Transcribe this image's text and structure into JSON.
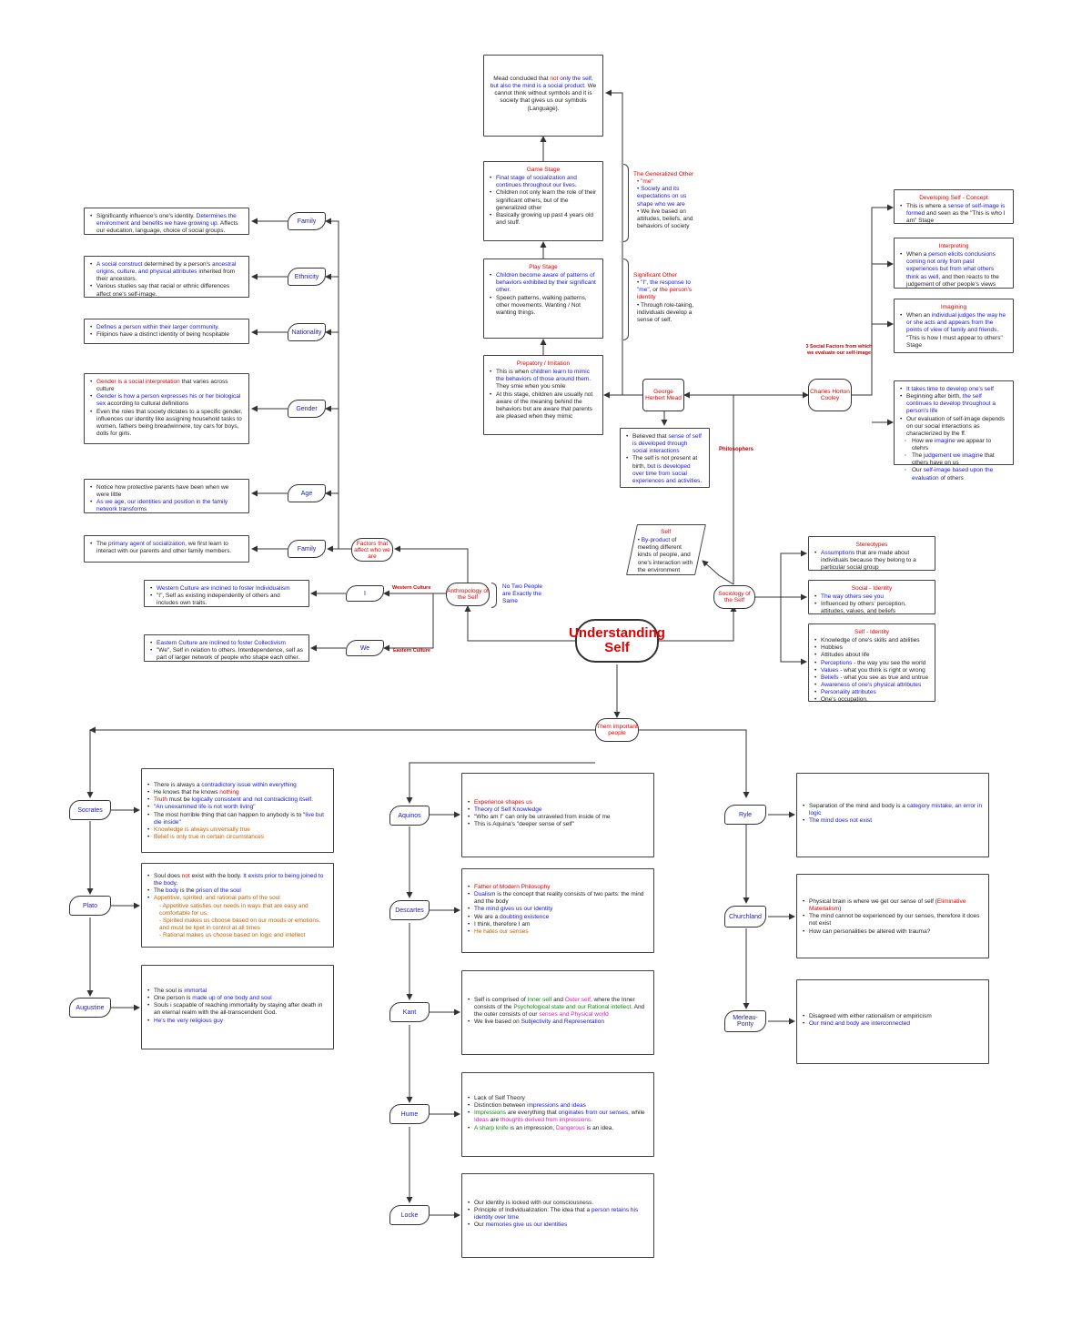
{
  "center": {
    "title": "Understanding Self"
  },
  "hubs": {
    "them": "Them important people",
    "anthro": "Anthropology of the Self",
    "socio": "Sociology of the Self",
    "factors": "Factors that affect who we are",
    "mead": "George Herbert Mead",
    "cooley": "Charles Horton Cooley"
  },
  "edge_labels": {
    "philosophers": "Philosophers",
    "western": "Western Culture",
    "eastern": "Eastern Culture",
    "three_factors": "3 Social Factors from which we evaluate our self-image",
    "no_two": "No Two People are Exactly the Same"
  },
  "anthro": {
    "i_tag": "I",
    "we_tag": "We",
    "i_box": {
      "b1": "Western Culture are inclined to foster Individualism",
      "b2": "\"I\", Self as existing independently of others and includes own traits."
    },
    "we_box": {
      "b1": "Eastern Culture are inclined to foster Collectivism",
      "b2": "\"We\", Self in relation to others. Interdependence, self as part of larger network of people who shape each other."
    }
  },
  "factors": [
    {
      "tag": "Family"
    },
    {
      "tag": "Ethnicity"
    },
    {
      "tag": "Nationality"
    },
    {
      "tag": "Gender"
    },
    {
      "tag": "Age"
    },
    {
      "tag": "Family"
    }
  ],
  "factor_boxes": {
    "family1": {
      "a": "Significantly influence's one's identity. ",
      "b": "Determines the environment and benefits we have growing up.",
      "c": " Affects our education, language, choice of social groups."
    },
    "ethnicity": {
      "a": "A social construct",
      "b": " determined by a person's ",
      "c": "ancestral origins, culture, and physical attributes",
      "d": " inherited from their ancestors.",
      "e": "Various studies say that racial or ethnic differences affect one's self-image."
    },
    "nationality": {
      "a": "Defines a person within their larger community.",
      "b": "Filipinos have a distinct identity of being hospitable"
    },
    "gender": {
      "a": "Gender is a social interpretation",
      "b": " that varies across culture",
      "c": "Gender is how a person expresses his or her biological sex",
      "d": " according to cultural definitions",
      "e": "Even the roles that society dictates to a specific gender, influences our identity like assigning household tasks to women, fathers being breadwinnere, toy cars for boys, dolls for girls."
    },
    "age": {
      "a": "Notice how protective parents have been when we were little",
      "b": "As we age, our identities and position in the family network transforms"
    },
    "family2": {
      "a": "The ",
      "b": "primary agent of socialization",
      "c": ", we first learn to interact with our parents and other family members."
    }
  },
  "mead": {
    "mead_box": {
      "a": "Mead concluded that ",
      "b": "not only the self, but also the mind is a social product.",
      "c": " We cannot think without symbols and it is society that gives us our symbols (Language)."
    },
    "game": {
      "title": "Game Stage",
      "a": "Final stage of socialization and continues throughout our lives.",
      "b": "Children not only learn the role of their significant others, but of the generalized other",
      "c": "Basically growing up past 4 years old and stuff."
    },
    "play": {
      "title": "Play Stage",
      "a": "Children become aware of patterns of behaviors exhibited by their significant other.",
      "b": "Speech patterns, walking patterns, other movements. Wanting / Not wanting things."
    },
    "prep": {
      "title": "Prepatory / Imitation",
      "a": "This is when ",
      "b": "children learn to mimic the behaviors of those around them.",
      "c": " They smie when you smile",
      "d": "At this stage, children are usually not aware of the meaning behind the behaviors but are aware that parents are pleased when they mimic"
    },
    "generalized": {
      "title": "The Generalized Other",
      "a": "\"me\"",
      "b": "Society and its expectations on us shape who we are",
      "c": "We live based on attitudes, beliefs, and behaviors of society"
    },
    "significant": {
      "title": "Significant Other",
      "a": "\"I\", the response to \"me\"",
      "b": ", or ",
      "c": "the person's identity",
      "d": "Through role-taking, individuals develop a sense of self."
    },
    "believed": {
      "a": "Believed that ",
      "b": "sense of self is developed through social interactions",
      "c": "The self is not present at birth, ",
      "d": "but is developed over time from social experiences and activities."
    }
  },
  "cooley": {
    "dev": {
      "title": "Developing Self - Concept",
      "a": "This is where a ",
      "b": "sense of self-image is formed",
      "c": " and seen as the \"This is who I am\" Stage"
    },
    "interp": {
      "title": "Interpreting",
      "a": "When a ",
      "b": "person elicits conclusions coming not only from past experiences but from what others think as well,",
      "c": " and then reacts to the judgement of other people's views"
    },
    "imag": {
      "title": "Imagining",
      "a": "When an ",
      "b": "individual judges the way he or she acts and appears from the points of view of family and friends.",
      "c": " \"This is how I must appear to others\" Stage"
    },
    "takes": {
      "a": "It takes time to develop one's self",
      "b": "Beginning after birth, ",
      "c": "the self continues to develop throughout a person's life",
      "d": "Our evaluation of self-image depends on our social interactions as characterized by the ff.",
      "e": "How we ",
      "f": "imagine",
      "g": " we appear to otehrs",
      "h": "The ",
      "i": "judgement we imagine",
      "j": " that others have on us",
      "k": "Our ",
      "l": "self-image based upon the evaluation",
      "m": " of others"
    }
  },
  "socio": {
    "self_para": {
      "title": "Self",
      "a": "By-product",
      "b": " of meeting different kinds of people, and one's interaction with the environment"
    },
    "stereo": {
      "title": "Stereotypes",
      "a": "Assumptions",
      "b": " that are made about individuals because they belong to a particular social group"
    },
    "social_id": {
      "title": "Social - Identity",
      "a": "The way others see you",
      "b": "Influenced by others' perception, attitudes, values, and beliefs"
    },
    "self_id": {
      "title": "Self - Identity",
      "a": "Knowledge of one's skills and abilities",
      "b": "Hobbies",
      "c": "Attitudes about life",
      "d": "Perceptions - ",
      "e": " the way you see the world",
      "f": "Values",
      "g": " - what you think is right or wrong",
      "h": "Beliefs",
      "i": " - what you see as true and untrue",
      "j": "Awareness of one's physical attributes",
      "k": "Personality attributes",
      "l": "One's occupation."
    }
  },
  "philosophers": [
    {
      "tag": "Socrates"
    },
    {
      "tag": "Plato"
    },
    {
      "tag": "Augustine"
    },
    {
      "tag": "Aquinos"
    },
    {
      "tag": "Descartes"
    },
    {
      "tag": "Kant"
    },
    {
      "tag": "Hume"
    },
    {
      "tag": "Locke"
    },
    {
      "tag": "Ryle"
    },
    {
      "tag": "Churchland"
    },
    {
      "tag": "Merleau-Ponty"
    }
  ],
  "phil_boxes": {
    "socrates": {
      "a": "There is always a ",
      "b": "contradictory issue within everything",
      "c": "He knows that he knows ",
      "d": "nothing",
      "e": "Truth",
      "f": " must be ",
      "g": "logically consistent and not contradicting itself.",
      "h": "\"An unexamined life is not worth living\"",
      "i": "The most horrible thing that can happen to anybody is to \"",
      "j": "live but die inside\"",
      "k": "Knowledge is always universally true",
      "l": "Belief is only true in certain circumstances"
    },
    "plato": {
      "a": "Soul does ",
      "b": "not",
      "c": " exist with the body. ",
      "d": "It exists prior to being joined to the body.",
      "e": "The ",
      "f": "body",
      "g": " is the ",
      "h": "prison of the soul",
      "i": "Appetitive, spirited, and rational parts of the soul",
      "j": "- Appetitive satisfies our needs in ways that are easy and comfortable for us.",
      "k": "- Spirited makes us choose based on our moods or emotions, and must be kpet in control at all times",
      "l": "- Rational makes us choose based on logic and intellect"
    },
    "augustine": {
      "a": "The soul is ",
      "b": "immortal",
      "c": "One person is ",
      "d": "made up of one body and soul",
      "e": "Souls i scapable of reaching immortality by staying after death in an eternal realm with the all-transcendent God.",
      "f": "He's the very religious guy"
    },
    "aquinos": {
      "a": "Experience shapes us",
      "b": "Theory of Self Knowledge",
      "c": "\"Who am I\" can only be unraveled from inside of me",
      "d": "This is Aquina's \"deeper sense of self\""
    },
    "descartes": {
      "a": "Father of Modern Philosophy",
      "b": "Dualism",
      "c": " is the concept that reality consists of two parts: the mind and the body",
      "d": "The mind gives us our identity",
      "e": "We are a ",
      "f": "doubting existence",
      "g": "I think, therefore I am",
      "h": "He hates our senses"
    },
    "kant": {
      "a": "Self is comprised of ",
      "b": "Inner self",
      "c": " and ",
      "d": "Outer self",
      "e": ", where the Inner consists of the ",
      "f": "Psychological state and our Rational intellect.",
      "g": " And the outer consists of our ",
      "h": "senses and Physical world",
      "i": "We live based on ",
      "j": "Subjectivity and Representation"
    },
    "hume": {
      "a": "Lack of Self Theory",
      "b": "Distinction between ",
      "c": "impressions and ideas",
      "d": "Impressions",
      "e": " are everything that ",
      "f": "originates from our senses",
      "g": ", while ",
      "h": "Ideas",
      "i": " are ",
      "j": "thoughts derived from impressions.",
      "k": "A sharp knife",
      "l": " is an impression, ",
      "m": "Dangerous",
      "n": " is an idea."
    },
    "locke": {
      "a": "Our identity is locked with our consciousness.",
      "b": "Principle of Individualization: The idea that a ",
      "c": "person retains his identity over time",
      "d": "Our ",
      "e": "memories give us our identities"
    },
    "ryle": {
      "a": "Separation of the mind and body is a ",
      "b": "category mistake, an error in logic",
      "c": "The mind does not exist"
    },
    "churchland": {
      "a": "Physical brain is where we get our sense of self (",
      "b": "Eliminative Materialism",
      "c": ")",
      "d": "The mind cannot be experienced by our senses, therefore it does not exist",
      "e": "How can personalities be altered with trauma?"
    },
    "merleau": {
      "a": "Disagreed with either rationalism or empiricism",
      "b": "Our mind and body are interconnected"
    }
  },
  "colors": {
    "red": "#e00000",
    "blue": "#1515d8",
    "green": "#0a8a0a",
    "magenta": "#d020b0",
    "orange": "#c06000"
  }
}
